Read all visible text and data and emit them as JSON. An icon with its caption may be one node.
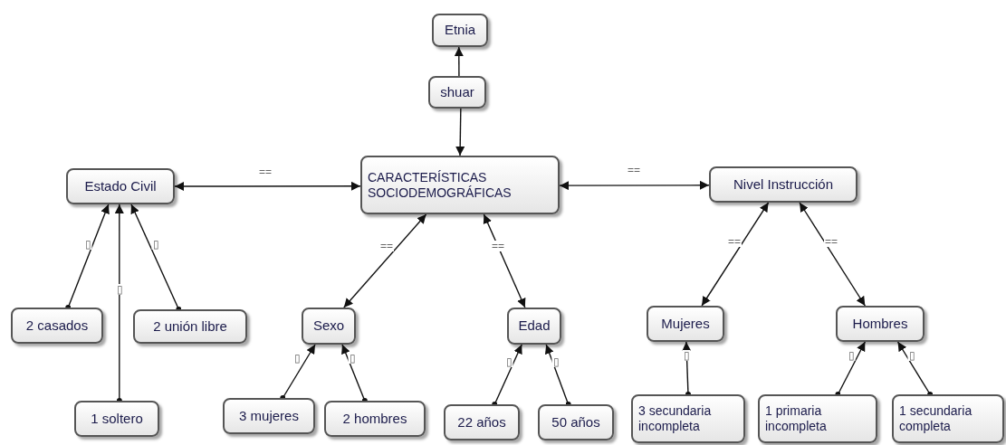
{
  "diagram": {
    "nodes": [
      {
        "text": [
          "Etnia"
        ]
      },
      {
        "text": [
          "shuar"
        ]
      },
      {
        "text": [
          "CARACTERÍSTICAS SOCIODEMOGRÁFICAS"
        ]
      },
      {
        "text": [
          "Estado Civil"
        ]
      },
      {
        "text": [
          "Nivel Instrucción"
        ]
      },
      {
        "text": [
          "2 casados"
        ]
      },
      {
        "text": [
          "2 unión libre"
        ]
      },
      {
        "text": [
          "1 soltero"
        ]
      },
      {
        "text": [
          "Sexo"
        ]
      },
      {
        "text": [
          "Edad"
        ]
      },
      {
        "text": [
          "Mujeres"
        ]
      },
      {
        "text": [
          "Hombres"
        ]
      },
      {
        "text": [
          "3 mujeres"
        ]
      },
      {
        "text": [
          "2 hombres"
        ]
      },
      {
        "text": [
          "22 años"
        ]
      },
      {
        "text": [
          "50 años"
        ]
      },
      {
        "text": [
          "3 secundaria incompleta"
        ]
      },
      {
        "text": [
          "1 primaria incompleta"
        ]
      },
      {
        "text": [
          "1 secundaria completa"
        ]
      }
    ],
    "edges": [
      {
        "from": 1,
        "to": 0,
        "arrow": "to"
      },
      {
        "from": 1,
        "to": 2,
        "arrow": "to"
      },
      {
        "from": 2,
        "to": 3,
        "arrow": "both",
        "label": "=="
      },
      {
        "from": 2,
        "to": 4,
        "arrow": "both",
        "label": "=="
      },
      {
        "from": 2,
        "to": 8,
        "arrow": "both",
        "label": "=="
      },
      {
        "from": 2,
        "to": 9,
        "arrow": "both",
        "label": "=="
      },
      {
        "from": 4,
        "to": 10,
        "arrow": "both",
        "label": "=="
      },
      {
        "from": 4,
        "to": 11,
        "arrow": "both",
        "label": "=="
      },
      {
        "from": 5,
        "to": 3,
        "arrow": "to",
        "label": "▯"
      },
      {
        "from": 7,
        "to": 3,
        "arrow": "to",
        "label": "▯"
      },
      {
        "from": 6,
        "to": 3,
        "arrow": "to",
        "label": "▯"
      },
      {
        "from": 12,
        "to": 8,
        "arrow": "to",
        "label": "▯"
      },
      {
        "from": 13,
        "to": 8,
        "arrow": "to",
        "label": "▯"
      },
      {
        "from": 14,
        "to": 9,
        "arrow": "to",
        "label": "▯"
      },
      {
        "from": 15,
        "to": 9,
        "arrow": "to",
        "label": "▯"
      },
      {
        "from": 16,
        "to": 10,
        "arrow": "to",
        "label": "▯"
      },
      {
        "from": 17,
        "to": 11,
        "arrow": "to",
        "label": "▯"
      },
      {
        "from": 18,
        "to": 11,
        "arrow": "to",
        "label": "▯"
      }
    ]
  }
}
